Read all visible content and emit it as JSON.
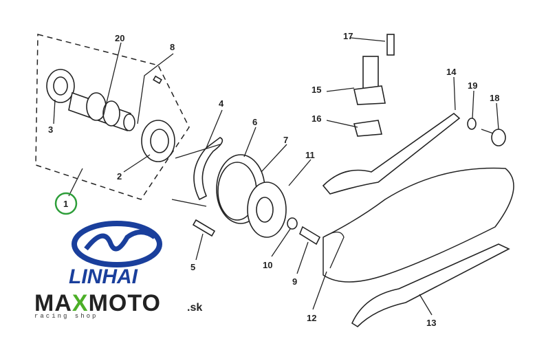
{
  "diagram": {
    "title": "Camshaft and timing chain parts diagram",
    "callouts": [
      "1",
      "2",
      "3",
      "4",
      "5",
      "6",
      "7",
      "8",
      "9",
      "10",
      "11",
      "12",
      "13",
      "14",
      "15",
      "16",
      "17",
      "18",
      "19",
      "20"
    ],
    "highlight_color": "#2e9e3a"
  },
  "logos": {
    "brand": "LINHAI",
    "shop_main_a": "MA",
    "shop_main_x": "X",
    "shop_main_b": "MOTO",
    "shop_tld": ".sk",
    "shop_tagline": "racing shop",
    "brand_color": "#1a3f9c",
    "accent_color": "#4caf27"
  }
}
